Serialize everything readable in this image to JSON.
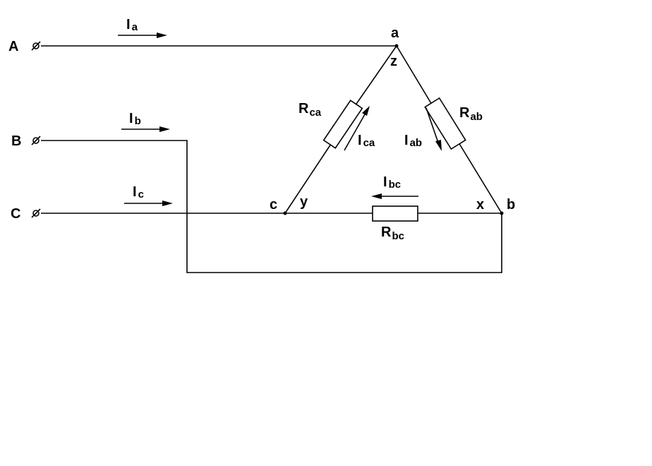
{
  "terminals": {
    "A": "A",
    "B": "B",
    "C": "C",
    "symbol": "⌀"
  },
  "line_currents": {
    "a": {
      "main": "I",
      "sub": "a"
    },
    "b": {
      "main": "I",
      "sub": "b"
    },
    "c": {
      "main": "I",
      "sub": "c"
    }
  },
  "nodes": {
    "a": "a",
    "z": "z",
    "b": "b",
    "x": "x",
    "c": "c",
    "y": "y"
  },
  "resistors": {
    "ca": {
      "main": "R",
      "sub": "ca"
    },
    "ab": {
      "main": "R",
      "sub": "ab"
    },
    "bc": {
      "main": "R",
      "sub": "bc"
    }
  },
  "phase_currents": {
    "ca": {
      "main": "I",
      "sub": "ca"
    },
    "ab": {
      "main": "I",
      "sub": "ab"
    },
    "bc": {
      "main": "I",
      "sub": "bc"
    }
  },
  "colors": {
    "stroke": "#000000",
    "background": "#ffffff"
  }
}
